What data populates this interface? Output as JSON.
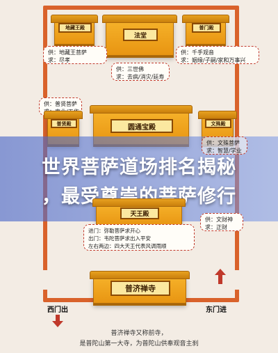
{
  "halls": {
    "dizang": "地藏王殿",
    "fatang": "法堂",
    "pumen": "普门殿",
    "puxian": "普贤殿",
    "yuantong": "圆通宝殿",
    "wenshu": "文殊殿",
    "tianwang": "天王殿",
    "puji": "普济禅寺"
  },
  "notes": {
    "dizang": [
      "供：地藏王菩萨",
      "求：尽孝"
    ],
    "pumen": [
      "供：千手观音",
      "求：姻缘/子嗣/家和万事兴"
    ],
    "fatang": [
      "供：三世佛",
      "求：去病/消灾/延寿"
    ],
    "puxian": [
      "供：普贤菩萨",
      "求：事业/工作"
    ],
    "wenshu": [
      "供：文殊菩萨",
      "求：智慧/学业"
    ],
    "caishen": [
      "供：文财神",
      "求：正财"
    ],
    "tianwang": [
      "进门：弥勒菩萨求开心",
      "出门：韦陀菩萨求出入平安",
      "左右两边：四大天王代表风调雨顺"
    ]
  },
  "banner": {
    "line1": "世界菩萨道场排名揭秘",
    "line2": "，最受尊崇的菩萨修行"
  },
  "gates": {
    "west": "西门出",
    "east": "东门进"
  },
  "caption": {
    "line1": "普济禅寺又称前寺，",
    "line2": "是普陀山第一大寺，为普陀山供奉观音主刹"
  },
  "colors": {
    "wall": "#d9622b",
    "hall": "#f6b22a",
    "arrow": "#c0392b"
  }
}
